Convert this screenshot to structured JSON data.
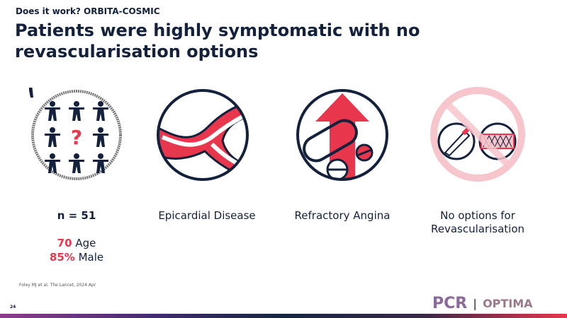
{
  "header": {
    "kicker": "Does it work? ORBITA-COSMIC",
    "title": "Patients were highly symptomatic with no revascularisation options"
  },
  "panels": [
    {
      "icon": "patients-icon",
      "label": "n = 51"
    },
    {
      "icon": "artery-icon",
      "label": "Epicardial Disease"
    },
    {
      "icon": "pill-arrow-icon",
      "label": "Refractory Angina"
    },
    {
      "icon": "no-revascularisation-icon",
      "label": "No options for Revascularisation"
    }
  ],
  "question_mark": "?",
  "stats": [
    {
      "value": "70",
      "label": "Age"
    },
    {
      "value": "85%",
      "label": "Male"
    }
  ],
  "footer": {
    "reference": "Foley MJ et al. The Lancet, 2024 Apr",
    "page": "24",
    "logo_left": "PCR",
    "separator": "|",
    "logo_right": "OPTIMA"
  },
  "colors": {
    "navy": "#14213d",
    "red": "#e8364c",
    "pink": "#f7c5cc"
  }
}
